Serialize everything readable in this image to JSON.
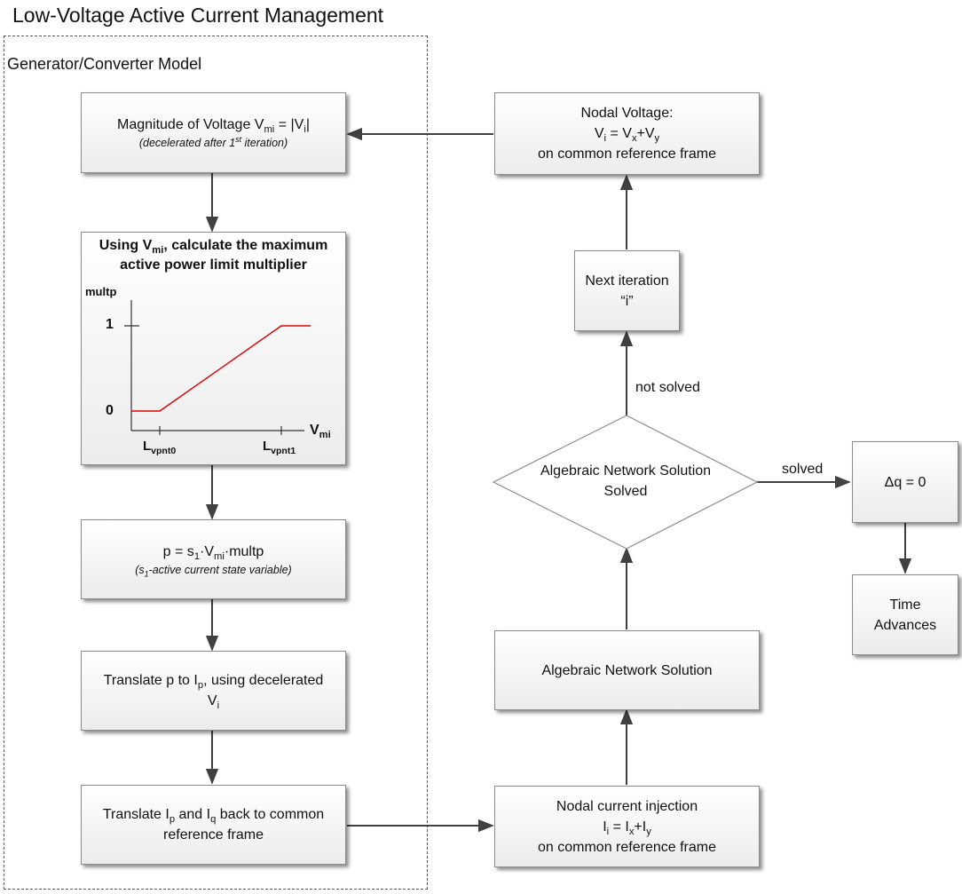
{
  "title": "Low-Voltage Active Current Management",
  "group_label": "Generator/Converter Model",
  "magnitude_box": {
    "line1": "Magnitude of Voltage V",
    "line1_sub": "mi",
    "line1_rest": " = |V",
    "line1_sub2": "i",
    "line1_end": "|",
    "line2_pre": "(decelerated after 1",
    "line2_sup": "st",
    "line2_post": " iteration)"
  },
  "plot_box": {
    "title_pre": "Using V",
    "title_sub": "mi",
    "title_post": ", calculate the maximum",
    "title_line2": "active power limit multiplier",
    "ylabel": "multp",
    "y_tick_1": "1",
    "y_tick_0": "0",
    "xlabel": "V",
    "xlabel_sub": "mi",
    "x_tick_0": "L",
    "x_tick_0_sub": "vpnt0",
    "x_tick_1": "L",
    "x_tick_1_sub": "vpnt1"
  },
  "chart_data": {
    "type": "line",
    "xlabel": "Vmi",
    "ylabel": "multp",
    "x_ticks": [
      "Lvpnt0",
      "Lvpnt1"
    ],
    "y_ticks": [
      "0",
      "1"
    ],
    "series": [
      {
        "color": "#e00000",
        "points": [
          [
            "start",
            0
          ],
          [
            "Lvpnt0",
            0
          ],
          [
            "Lvpnt1",
            1
          ],
          [
            "end",
            1
          ]
        ]
      }
    ]
  },
  "p_box": {
    "line1_pre": "p = s",
    "line1_sub": "1",
    "line1_mid": "·V",
    "line1_sub2": "mi",
    "line1_post": "·multp",
    "line2_pre": "(s",
    "line2_sub": "1",
    "line2_post": "-active current state variable)"
  },
  "translate_box": {
    "line1_pre": "Translate p to I",
    "line1_sub": "p",
    "line1_post": ", using decelerated",
    "line2": "V",
    "line2_sub": "i"
  },
  "translate_back_box": {
    "line1_pre": "Translate I",
    "line1_sub": "p",
    "line1_mid": " and I",
    "line1_sub2": "q",
    "line1_post": " back to common",
    "line2": "reference frame"
  },
  "nodal_voltage_box": {
    "line1": "Nodal Voltage:",
    "line2_a": "V",
    "line2_a_sub": "i",
    "line2_b": " = V",
    "line2_b_sub": "x",
    "line2_c": "+V",
    "line2_c_sub": "y",
    "line3": "on common reference frame"
  },
  "next_iter_box": {
    "line1": "Next iteration",
    "line2": "“i”"
  },
  "not_solved_label": "not solved",
  "diamond": {
    "line1": "Algebraic Network Solution",
    "line2": "Solved"
  },
  "solved_label": "solved",
  "dq_box": {
    "label": "Δq = 0"
  },
  "time_box": {
    "line1": "Time",
    "line2": "Advances"
  },
  "algebraic_box": {
    "label": "Algebraic Network Solution"
  },
  "nodal_current_box": {
    "line1": "Nodal current injection",
    "line2_a": "I",
    "line2_a_sub": "i",
    "line2_b": " = I",
    "line2_b_sub": "x",
    "line2_c": "+I",
    "line2_c_sub": "y",
    "line3": "on common reference frame"
  },
  "colors": {
    "curve": "#e00000",
    "arrow": "#404040",
    "box_border": "#8c8c8c"
  }
}
